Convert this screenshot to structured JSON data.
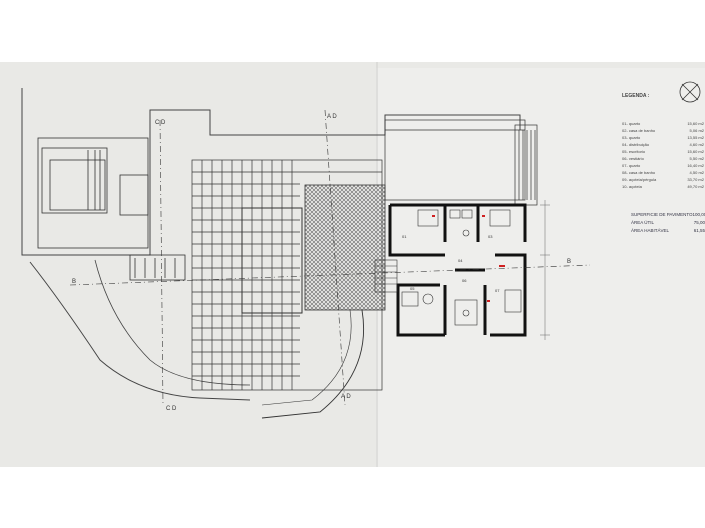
{
  "legend": {
    "title": "LEGENDA :",
    "items": [
      {
        "label": "01- quarto",
        "area": "15,60 m2"
      },
      {
        "label": "02- casa de banho",
        "area": "5,06 m2"
      },
      {
        "label": "03- quarto",
        "area": "13,55 m2"
      },
      {
        "label": "04- distribuição",
        "area": "4,60 m2"
      },
      {
        "label": "05- escritorio",
        "area": "15,60 m2"
      },
      {
        "label": "06- vestiário",
        "area": "5,50 m2"
      },
      {
        "label": "07- quarto",
        "area": "16,40 m2"
      },
      {
        "label": "08- casa de banho",
        "area": "4,50 m2"
      },
      {
        "label": "09- açoteia/pérgula",
        "area": "33,70 m2"
      },
      {
        "label": "10- açoteia",
        "area": "49,70 m2"
      }
    ]
  },
  "summary": {
    "rows": [
      {
        "label": "SUPERFICIE DE PAVIMENTO",
        "value": "100,00"
      },
      {
        "label": "ÁREA ÚTIL",
        "value": "75,00"
      },
      {
        "label": "ÁREA HABITÁVEL",
        "value": "61,55"
      }
    ]
  },
  "section_marks": {
    "a_top": "A D",
    "a_bottom": "A D",
    "b_left": "B",
    "b_right": "B",
    "c_top": "C D",
    "c_bottom": "C D"
  },
  "rooms": [
    "01",
    "03",
    "04",
    "05",
    "06",
    "07"
  ],
  "colors": {
    "paper": "#e9e9e6",
    "line": "#333333",
    "wall": "#111111",
    "accent_red": "#d02020"
  }
}
